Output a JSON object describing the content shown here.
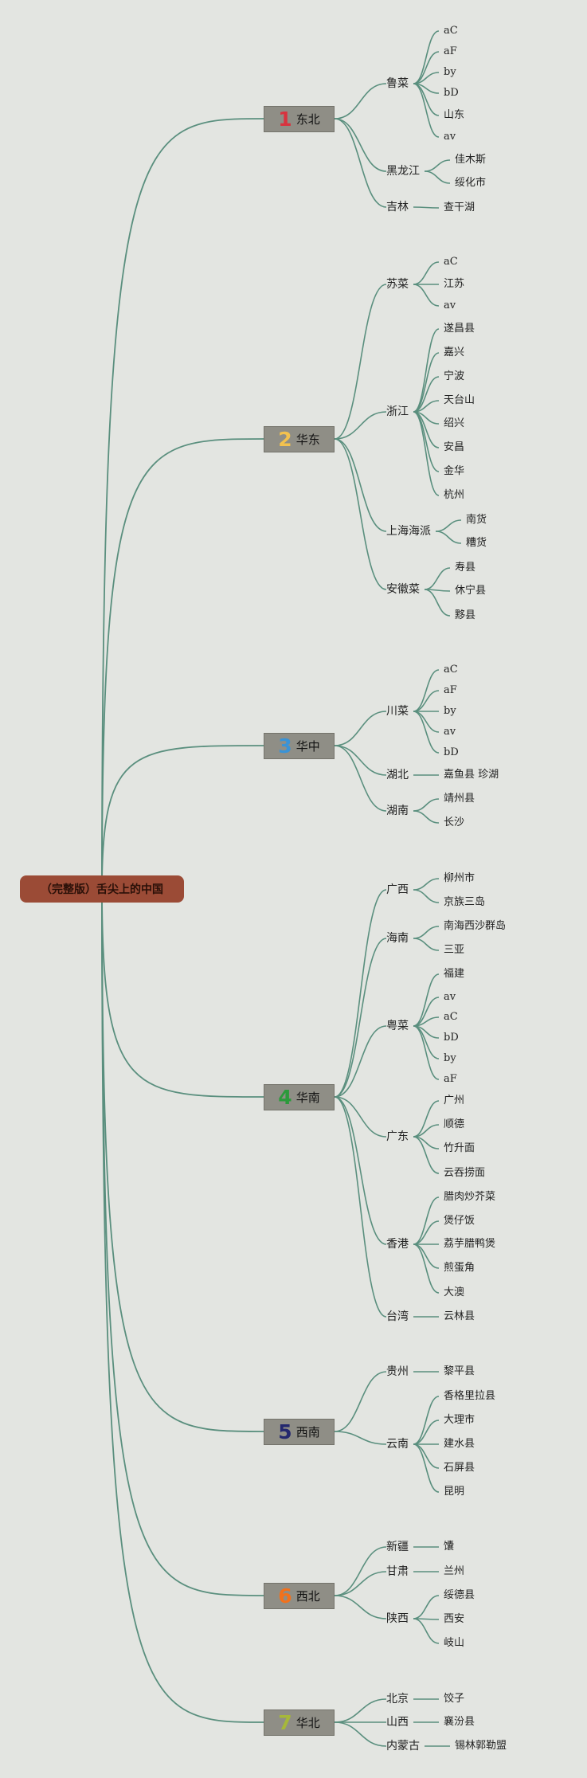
{
  "title": "（完整版）舌尖上的中国",
  "colors": {
    "background": "#e3e5e1",
    "connector": "#5a8f7e",
    "root": "#9b4b36",
    "region_box": "#8f8e86"
  },
  "regions": [
    {
      "num": "1",
      "label": "东北",
      "color": "#d8333f",
      "provinces": [
        {
          "label": "鲁菜",
          "items": [
            "aC",
            "aF",
            "by",
            "bD",
            "山东",
            "av"
          ]
        },
        {
          "label": "黑龙江",
          "items": [
            "佳木斯",
            "绥化市"
          ]
        },
        {
          "label": "吉林",
          "items": [
            "查干湖"
          ]
        }
      ]
    },
    {
      "num": "2",
      "label": "华东",
      "color": "#f2c14e",
      "provinces": [
        {
          "label": "苏菜",
          "items": [
            "aC",
            "江苏",
            "av"
          ]
        },
        {
          "label": "浙江",
          "items": [
            "遂昌县",
            "嘉兴",
            "宁波",
            "天台山",
            "绍兴",
            "安昌",
            "金华",
            "杭州"
          ]
        },
        {
          "label": "上海海派",
          "items": [
            "南货",
            "糟货"
          ]
        },
        {
          "label": "安徽菜",
          "items": [
            "寿县",
            "休宁县",
            "黟县"
          ]
        }
      ]
    },
    {
      "num": "3",
      "label": "华中",
      "color": "#3a93d6",
      "provinces": [
        {
          "label": "川菜",
          "items": [
            "aC",
            "aF",
            "by",
            "av",
            "bD"
          ]
        },
        {
          "label": "湖北",
          "items": [
            "嘉鱼县 珍湖"
          ]
        },
        {
          "label": "湖南",
          "items": [
            "靖州县",
            "长沙"
          ]
        }
      ]
    },
    {
      "num": "4",
      "label": "华南",
      "color": "#2c9a3c",
      "provinces": [
        {
          "label": "广西",
          "items": [
            "柳州市",
            "京族三岛"
          ]
        },
        {
          "label": "海南",
          "items": [
            "南海西沙群岛",
            "三亚"
          ]
        },
        {
          "label": "粤菜",
          "items": [
            "福建",
            "av",
            "aC",
            "bD",
            "by",
            "aF"
          ]
        },
        {
          "label": "广东",
          "items": [
            "广州",
            "顺德",
            "竹升面",
            "云吞捞面"
          ]
        },
        {
          "label": "香港",
          "items": [
            "腊肉炒芥菜",
            "煲仔饭",
            "荔芋腊鸭煲",
            "煎蛋角",
            "大澳"
          ]
        },
        {
          "label": "台湾",
          "items": [
            "云林县"
          ]
        }
      ]
    },
    {
      "num": "5",
      "label": "西南",
      "color": "#24286e",
      "provinces": [
        {
          "label": "贵州",
          "items": [
            "黎平县"
          ]
        },
        {
          "label": "云南",
          "items": [
            "香格里拉县",
            "大理市",
            "建水县",
            "石屏县",
            "昆明"
          ]
        }
      ]
    },
    {
      "num": "6",
      "label": "西北",
      "color": "#f2711c",
      "provinces": [
        {
          "label": "新疆",
          "items": [
            "馕"
          ]
        },
        {
          "label": "甘肃",
          "items": [
            "兰州"
          ]
        },
        {
          "label": "陕西",
          "items": [
            "绥德县",
            "西安",
            "岐山"
          ]
        }
      ]
    },
    {
      "num": "7",
      "label": "华北",
      "color": "#a6b83a",
      "provinces": [
        {
          "label": "北京",
          "items": [
            "饺子"
          ]
        },
        {
          "label": "山西",
          "items": [
            "襄汾县"
          ]
        },
        {
          "label": "内蒙古",
          "items": [
            "锡林郭勒盟"
          ]
        }
      ]
    }
  ]
}
